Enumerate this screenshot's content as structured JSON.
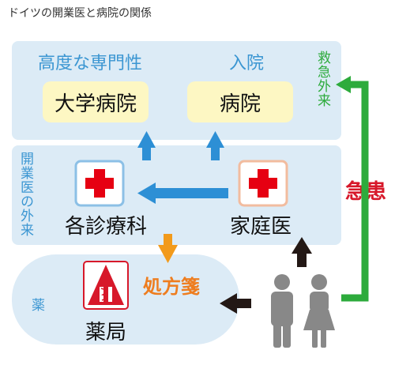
{
  "title": "ドイツの開業医と病院の関係",
  "top": {
    "left_heading": "高度な専門性",
    "right_heading": "入院",
    "box_left": "大学病院",
    "box_right": "病院",
    "side_label": "救急外来"
  },
  "middle": {
    "side_label": "開業医の外来",
    "specialist": "各診療科",
    "gp": "家庭医"
  },
  "bottom": {
    "side_label": "薬",
    "pharmacy": "薬局",
    "prescription": "処方箋"
  },
  "emergency_label": "急患",
  "colors": {
    "panel": "#dcebf6",
    "blue_arrow": "#2d8fd5",
    "green_arrow": "#2dab3c",
    "orange_arrow": "#f29a1b",
    "dark_arrow": "#231815",
    "red": "#d7182a",
    "person": "#888888",
    "yellow_box": "#fdf7c3"
  },
  "icons": [
    "red-cross-icon",
    "pharmacy-a-icon",
    "people-icon"
  ]
}
